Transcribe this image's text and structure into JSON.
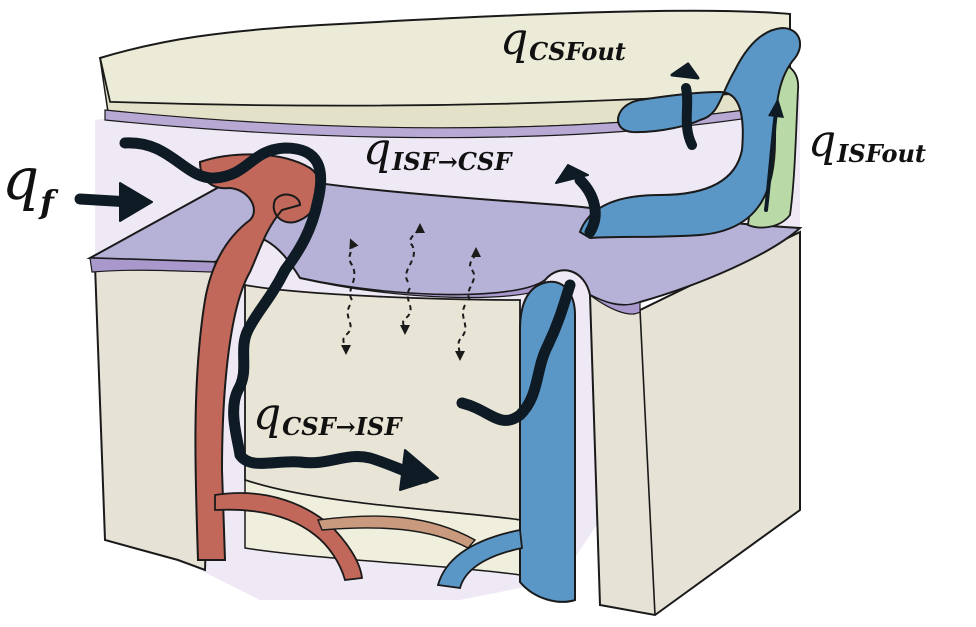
{
  "labels": {
    "q_f": {
      "main": "q",
      "sub": "f"
    },
    "q_csf_out": {
      "main": "q",
      "sub": "CSFout"
    },
    "q_isf_out": {
      "main": "q",
      "sub": "ISFout"
    },
    "q_isf_to_csf": {
      "main": "q",
      "sub": "ISF→CSF"
    },
    "q_csf_to_isf": {
      "main": "q",
      "sub": "CSF→ISF"
    }
  },
  "colors": {
    "outline": "#1a1a1a",
    "tissue": "#e9e4d8",
    "skull_top": "#ebead6",
    "membrane": "#b8b4d6",
    "perivascular": "#ece6f3",
    "artery": "#c1685a",
    "vein": "#5b97c6",
    "lymphatic": "#b9d9a6",
    "flow_arrow": "#0e1a24"
  }
}
